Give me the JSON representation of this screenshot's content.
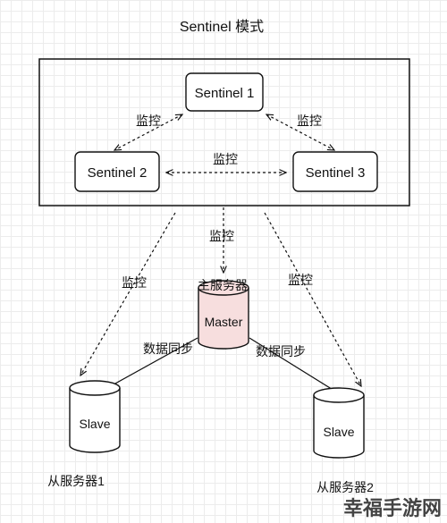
{
  "title": "Sentinel 模式",
  "sentinels": {
    "s1": "Sentinel 1",
    "s2": "Sentinel 2",
    "s3": "Sentinel 3"
  },
  "labels": {
    "monitor_s1_s2": "监控",
    "monitor_s1_s3": "监控",
    "monitor_s2_s3": "监控",
    "monitor_master": "监控",
    "monitor_slave1": "监控",
    "monitor_slave2": "监控",
    "sync_slave1": "数据同步",
    "sync_slave2": "数据同步"
  },
  "master": {
    "caption": "主服务器",
    "name": "Master",
    "fill": "#f7dede"
  },
  "slave1": {
    "caption": "从服务器1",
    "name": "Slave"
  },
  "slave2": {
    "caption": "从服务器2",
    "name": "Slave"
  },
  "watermark": "幸福手游网"
}
